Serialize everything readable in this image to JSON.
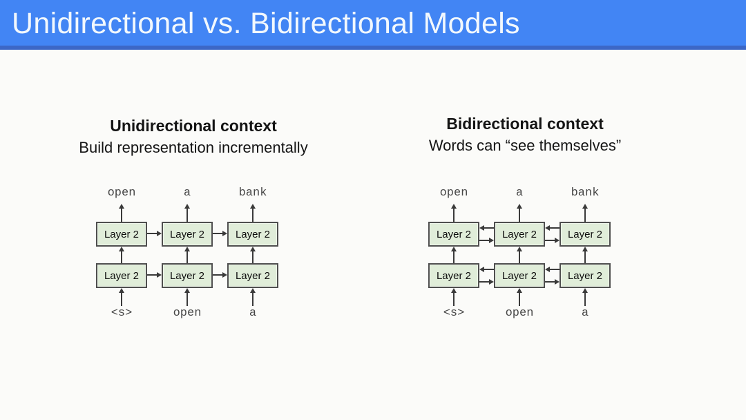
{
  "slide": {
    "title": "Unidirectional vs. Bidirectional Models"
  },
  "colors": {
    "header_bg": "#4285f4",
    "header_edge": "#3c67c6",
    "header_text": "#f2f8fd",
    "slide_bg": "#fbfbf9",
    "box_fill": "#e0edd9",
    "box_border": "#4f4f4f",
    "arrow": "#3a3a3a",
    "token_text": "#474747"
  },
  "panels": [
    {
      "heading": "Unidirectional context",
      "subheading": "Build representation incrementally",
      "arrow_style": "unidirectional",
      "layer_label": "Layer 2",
      "layers": 2,
      "columns": 3,
      "outputs": [
        "open",
        "a",
        "bank"
      ],
      "inputs": [
        "<s>",
        "open",
        "a"
      ]
    },
    {
      "heading": "Bidirectional context",
      "subheading": "Words can “see themselves”",
      "arrow_style": "bidirectional",
      "layer_label": "Layer 2",
      "layers": 2,
      "columns": 3,
      "outputs": [
        "open",
        "a",
        "bank"
      ],
      "inputs": [
        "<s>",
        "open",
        "a"
      ]
    }
  ]
}
